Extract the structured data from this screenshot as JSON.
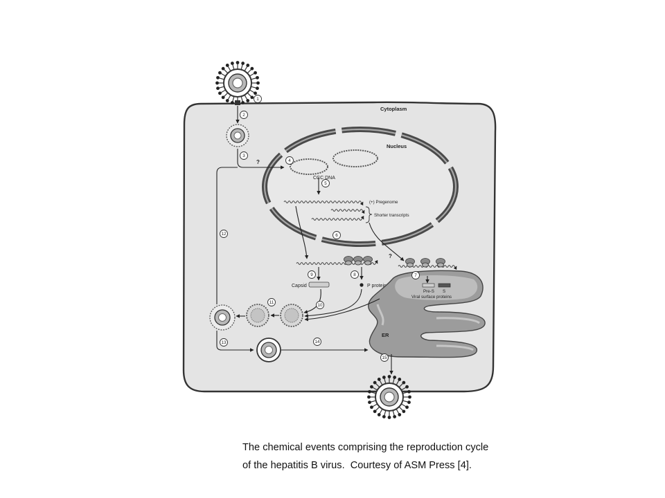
{
  "labels": {
    "cytoplasm": "Cytoplasm",
    "nucleus": "Nucleus",
    "ccc_dna": "CCC DNA",
    "pregenome": "(+) Pregenome",
    "shorter_transcripts": "Shorter transcripts",
    "capsid": "Capsid",
    "p_protein": "P protein",
    "pre_s": "Pre-S",
    "s": "S",
    "viral_surface_proteins": "Viral surface proteins",
    "er": "ER",
    "question_marks": [
      "?",
      "?"
    ]
  },
  "steps": [
    "1",
    "2",
    "3",
    "4",
    "5",
    "6",
    "7",
    "8",
    "9",
    "10",
    "11",
    "12",
    "13",
    "14",
    "15"
  ],
  "caption": {
    "line1": "The chemical events comprising the reproduction cycle",
    "line2": "of the hepatitis B virus.  Courtesy of ASM Press [4]."
  },
  "colors": {
    "background": "#ffffff",
    "cytoplasm_fill": "#e4e4e4",
    "membrane": "#333333",
    "er_fill": "#9c9c9c",
    "surface_protein_pre_s": "#d0d0d0",
    "surface_protein_s": "#555555"
  }
}
